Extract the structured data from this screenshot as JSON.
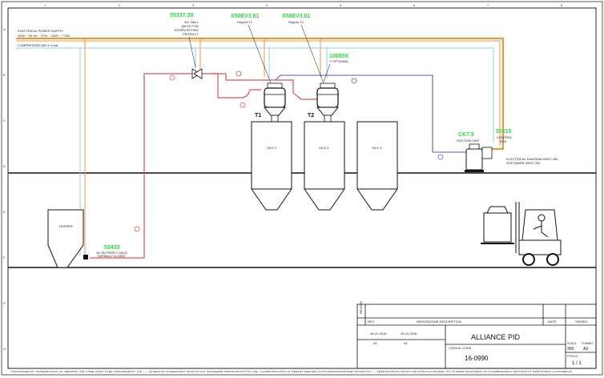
{
  "border": {
    "col_numbers": [
      "1",
      "2",
      "3",
      "4",
      "5",
      "6",
      "7",
      "8"
    ],
    "row_letters": [
      "A",
      "B",
      "C",
      "D",
      "E",
      "F",
      "G",
      "H"
    ]
  },
  "supply": {
    "power_label_1": "ELECTRICAL POWER SUPPLY",
    "power_label_2": "400V ~ 50 Hz ~ 3 Ph ~ GND ~ 7 KW",
    "air_label": "COMPRESSED AIR 4÷6 bar"
  },
  "tags": {
    "valve_code": "55337.3X",
    "valve_desc_1": "3/4\" BALL",
    "valve_desc_2": "VALVE FOR",
    "valve_desc_3": "INTERCEPTING",
    "valve_desc_4": "PRODUCT",
    "hopper1_code": "X56EV3.01",
    "hopper1_desc": "Hopper T1",
    "hopper2_code": "X56EV3.01",
    "hopper2_desc": "Hopper T2",
    "optional_code": "10085X",
    "optional_desc": "** OPTIONAL",
    "suction_code": "CK7.5",
    "suction_desc": "SUCTION UNIT",
    "control_code": "50215",
    "control_desc_1": "CONTROL",
    "control_desc_2": "BOX",
    "bottom_valve_code": "55433",
    "bottom_valve_desc_1": "3/4\" BUTTERFLY VALVE",
    "bottom_valve_desc_2": "NORMALLY CLOSED"
  },
  "units": {
    "t1": "T1",
    "t2": "T2",
    "silo1": "SILO 1",
    "silo2": "SILO 2",
    "silo3": "SILO 3",
    "hopper": "HOPPER"
  },
  "electrical_note_1": "ELECTRICAL DIAGRAM 50007.260",
  "electrical_note_2": "SOFTWARE 50007.260",
  "title_block": {
    "title": "ALLIANCE PID",
    "code_label": "CODICE-CODE",
    "code": "16-0990",
    "date_label": "DATE",
    "signed_label": "SIGNED",
    "review_label": "REVIEW",
    "rev_label": "REV",
    "desc_label": "DESCRIZIONE-DESCRIPTION",
    "scale_label": "SCALA",
    "scale": "300",
    "format_label": "FORMAT",
    "format": "A3",
    "sheet_label": "FOGLIO",
    "sheet": "1 / 1",
    "date_1": "26-10-2016",
    "date_2": "26-10-2016",
    "num_1": "04",
    "num_2": "04"
  },
  "footer_text": "PROPRIETA' RISERVATA DI TERMS OF USE AND THE PROPERTY OF — QUESTO DISEGNO NON PUO' ESSERE RIPRODOTTO NE' COMUNICATO A TERZI SENZA AUTORIZZAZIONE SCRITTA — REPRODUCTION OR DISCLOSURE TO THIRD PARTIES IS FORBIDDEN WITHOUT WRITTEN CONSENT",
  "colors": {
    "power": "#f0943a",
    "air": "#8fd0e8",
    "product": "#e05050",
    "vacuum": "#5a5ad0",
    "tag": "#2fd63a"
  }
}
